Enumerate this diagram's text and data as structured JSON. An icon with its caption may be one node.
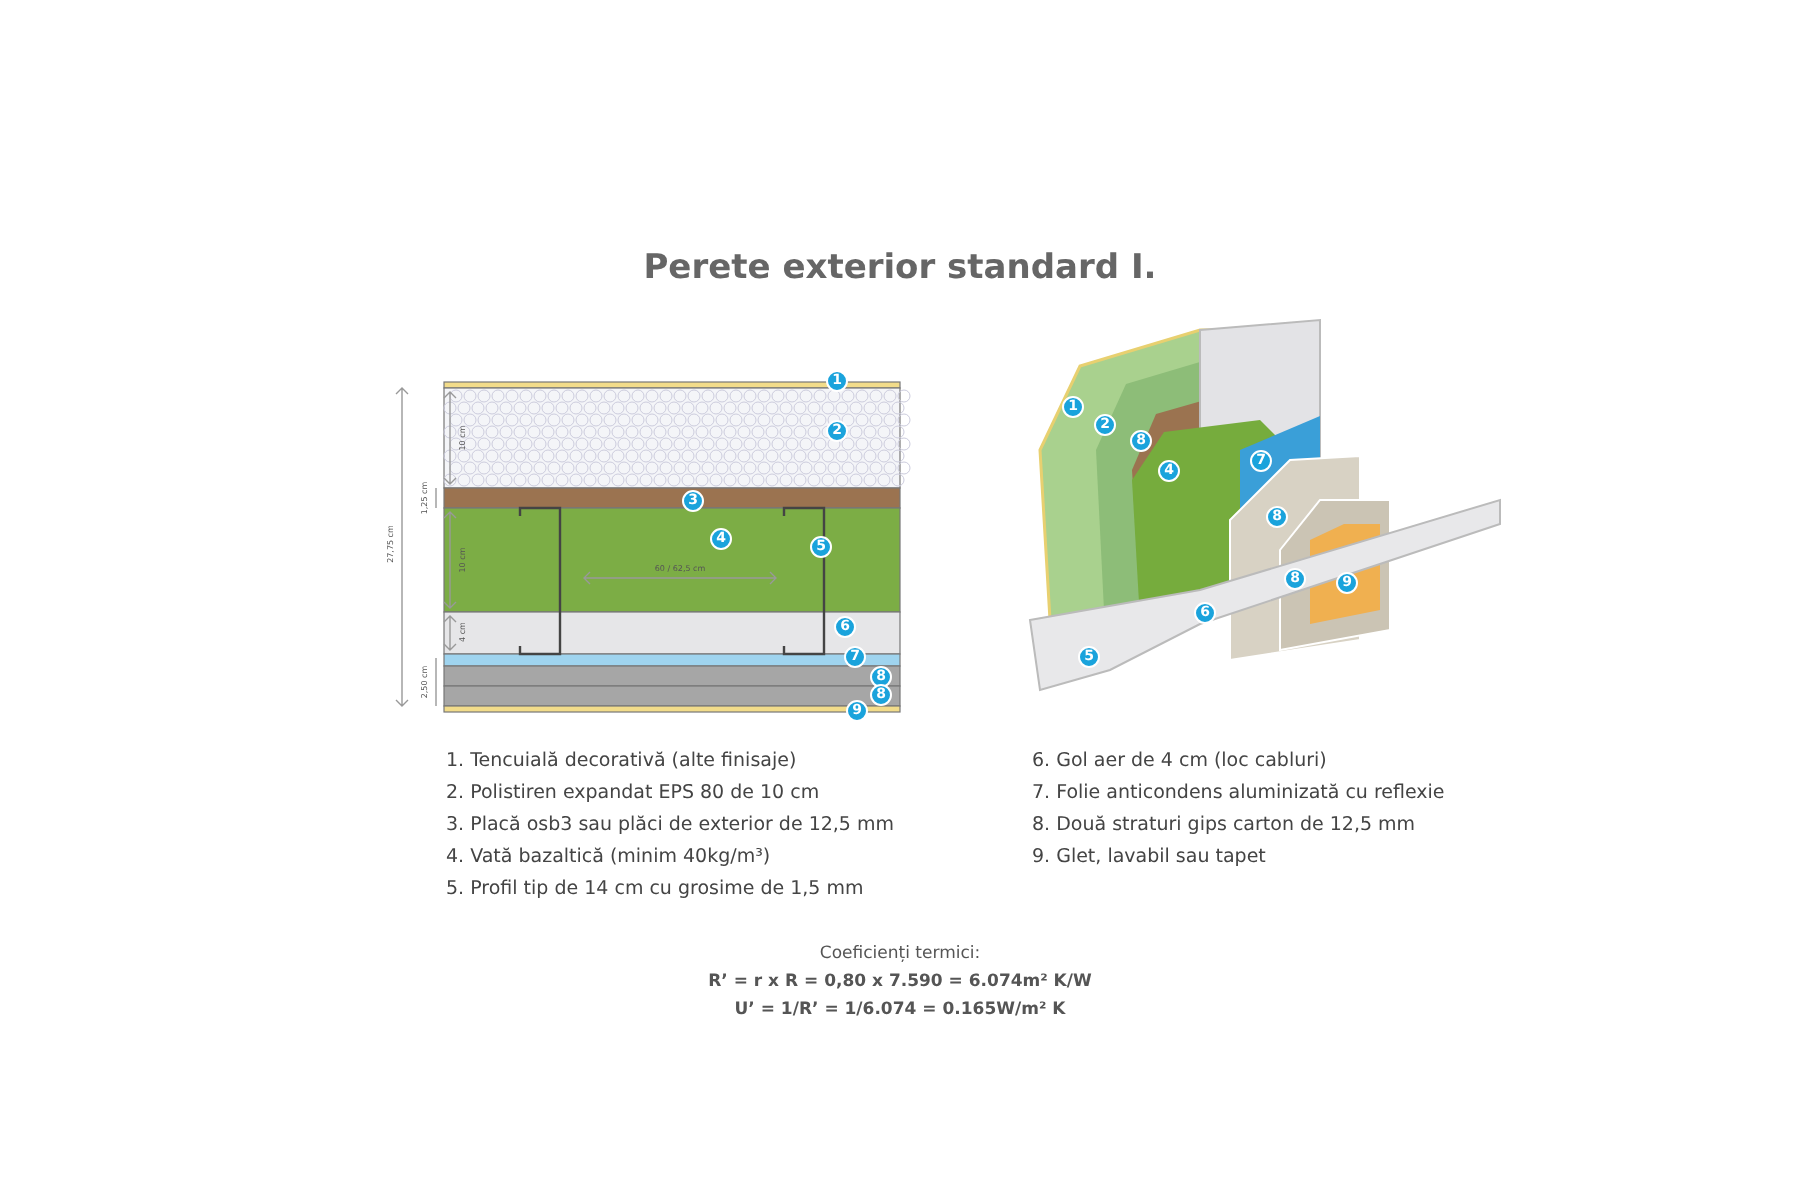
{
  "diagram": {
    "title": "Perete exterior standard I.",
    "labels": [
      "1",
      "2",
      "10 cm",
      "1,25 cm",
      "27,75 cm",
      "3",
      "4",
      "5",
      "10 cm",
      "60 / 62,5 cm",
      "6",
      "4 cm",
      "7",
      "2,50 cm",
      "8",
      "8",
      "9",
      "1",
      "2",
      "8",
      "4",
      "7",
      "8",
      "8",
      "9",
      "6",
      "5",
      "1. Tencuială decorativă (alte finisaje)",
      "2. Polistiren expandat EPS 80 de 10 cm",
      "3. Placă osb3 sau plăci de exterior de 12,5 mm",
      "4. Vată bazaltică (minim 40kg/m³)",
      "5. Profil tip de 14 cm cu grosime de 1,5 mm",
      "6. Gol aer de 4 cm (loc cabluri)",
      "7. Folie anticondens aluminizată cu reflexie",
      "8. Două straturi gips carton de 12,5 mm",
      "9. Glet, lavabil sau tapet",
      "Coeficienți termici:",
      "R’ = r x R = 0,80 x 7.590 = 6.074m² K/W",
      "U’ = 1/R’ = 1/6.074 = 0.165W/m² K"
    ]
  }
}
